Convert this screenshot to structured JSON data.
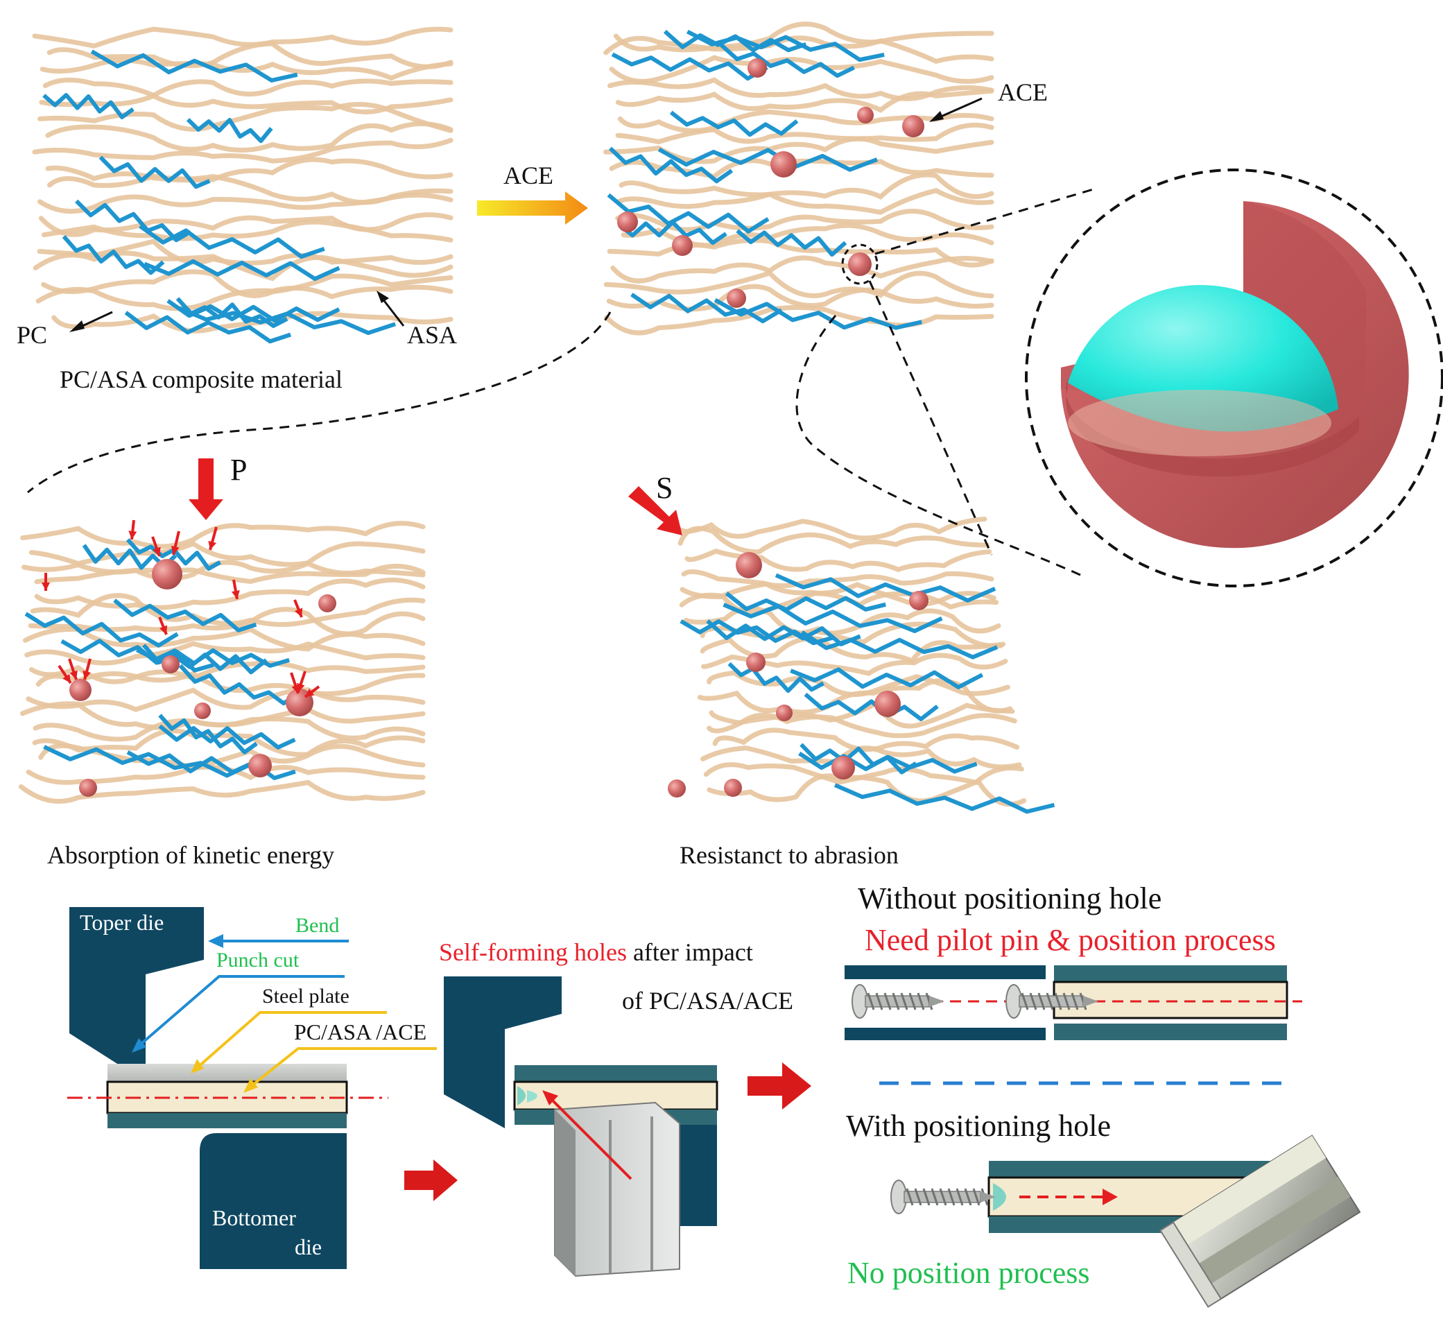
{
  "colors": {
    "pc_chain": "#e7c49d",
    "asa_chain": "#1f95cf",
    "particle": "#d56d6d",
    "core": "#27e8dc",
    "shell": "#c7585c",
    "die": "#0f4761",
    "plate": "#2f6a74",
    "composite": "#f4ead0",
    "arrow_red": "#e41e20",
    "arrow_blue": "#1f8bd2",
    "arrow_yellow": "#f3c21a"
  },
  "icons": [
    "polymer-network",
    "ace-core-shell-particle",
    "impact-arrow",
    "screw",
    "steel-sample-photo"
  ],
  "top": {
    "pc_label": "PC",
    "asa_label": "ASA",
    "composite_caption": "PC/ASA composite material",
    "arrow_label": "ACE",
    "ace_label": "ACE"
  },
  "middle": {
    "impact_label": "P",
    "shear_label": "S",
    "absorption_caption": "Absorption of kinetic energy",
    "abrasion_caption": "Resistanct to abrasion"
  },
  "process": {
    "upper_die": "Toper die",
    "bend": "Bend",
    "punch_cut": "Punch cut",
    "steel_plate": "Steel plate",
    "composite": "PC/ASA /ACE",
    "bottom_die_1": "Bottomer",
    "bottom_die_2": "die",
    "self_forming_red": "Self-forming holes",
    "self_forming_rest": " after impact",
    "self_forming_line2": "of PC/ASA/ACE"
  },
  "result": {
    "without_title": "Without positioning hole",
    "without_note": "Need pilot pin & position process",
    "with_title": "With positioning hole",
    "with_note": "No position process"
  }
}
